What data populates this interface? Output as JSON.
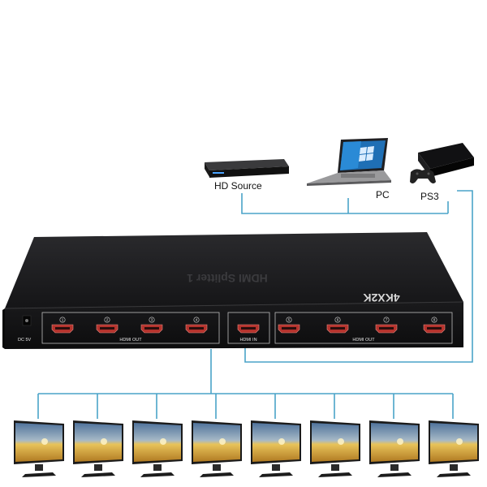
{
  "sources": [
    {
      "label": "HD Source",
      "icon": "bluray-player-icon"
    },
    {
      "label": "PC",
      "icon": "laptop-icon"
    },
    {
      "label": "PS3",
      "icon": "game-console-icon"
    }
  ],
  "splitter": {
    "badge": "4KX2K",
    "product_name": "HDMI Splitter 1",
    "power_label": "DC 5V",
    "out_group_left_label": "HDMI OUT",
    "in_label": "HDMI IN",
    "out_group_right_label": "HDMI OUT",
    "ports_left": [
      "1",
      "2",
      "3",
      "4"
    ],
    "ports_right": [
      "5",
      "6",
      "7",
      "8"
    ]
  },
  "displays": [
    {
      "icon": "tv-icon"
    },
    {
      "icon": "tv-icon"
    },
    {
      "icon": "tv-icon"
    },
    {
      "icon": "tv-icon"
    },
    {
      "icon": "tv-icon"
    },
    {
      "icon": "tv-icon"
    },
    {
      "icon": "tv-icon"
    },
    {
      "icon": "tv-icon"
    }
  ],
  "colors": {
    "connector": "#4aa3c8",
    "device_body": "#1b1b1d",
    "port": "#b5332d",
    "screen_sky": "#6b8fb5",
    "screen_field": "#d6a43a"
  }
}
